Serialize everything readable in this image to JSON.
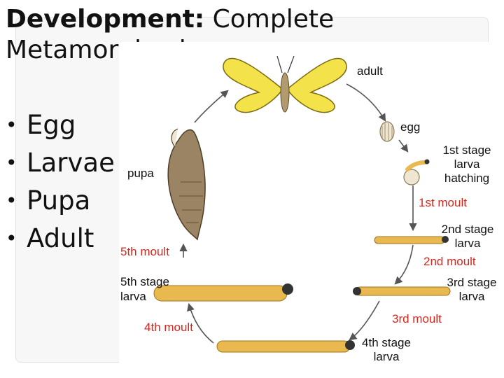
{
  "slide": {
    "title_bold": "Development:",
    "title_rest": " Complete Metamorphosis",
    "bullets": [
      "Egg",
      "Larvae",
      "Pupa",
      "Adult"
    ]
  },
  "diagram": {
    "stages": {
      "adult": "adult",
      "egg": "egg",
      "hatching": [
        "1st stage",
        "larva",
        "hatching"
      ],
      "larva2": [
        "2nd stage",
        "larva"
      ],
      "larva3": [
        "3rd stage",
        "larva"
      ],
      "larva4": [
        "4th stage",
        "larva"
      ],
      "larva5": [
        "5th stage",
        "larva"
      ],
      "pupa": "pupa"
    },
    "moults": {
      "m1": "1st moult",
      "m2": "2nd moult",
      "m3": "3rd moult",
      "m4": "4th moult",
      "m5": "5th moult"
    },
    "colors": {
      "moult_text": "#d9261c",
      "wing": "#f3e24a",
      "larva": "#e9b84e",
      "pupa": "#9b8464",
      "arrow": "#555555"
    }
  }
}
